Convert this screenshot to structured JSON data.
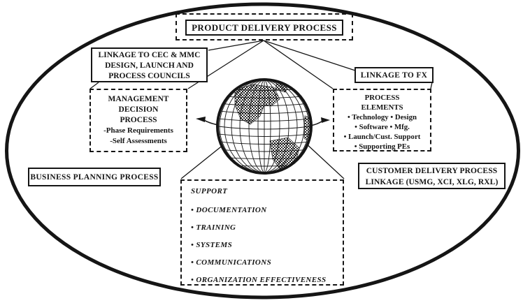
{
  "colors": {
    "ink": "#151515",
    "background": "#ffffff"
  },
  "icons": {
    "globe": "globe-icon"
  },
  "boxes": {
    "product": {
      "label": "PRODUCT DELIVERY PROCESS"
    },
    "linkage_cec": {
      "lines": [
        "LINKAGE TO CEC & MMC",
        "DESIGN, LAUNCH AND",
        "PROCESS COUNCILS"
      ]
    },
    "linkage_fx": {
      "label": "LINKAGE TO FX"
    },
    "management": {
      "title_lines": [
        "MANAGEMENT",
        "DECISION",
        "PROCESS"
      ],
      "sub_lines": [
        "-Phase Requirements",
        "-Self Assessments"
      ]
    },
    "process_elements": {
      "title_lines": [
        "PROCESS",
        "ELEMENTS"
      ],
      "items": [
        "• Technology • Design",
        "• Software • Mfg.",
        "• Launch/Cust. Support",
        "• Supporting PEs"
      ]
    },
    "business": {
      "label": "BUSINESS PLANNING PROCESS"
    },
    "customer": {
      "lines": [
        "CUSTOMER DELIVERY PROCESS",
        "LINKAGE (USMG, XCI, XLG, RXL)"
      ]
    },
    "support": {
      "title": "SUPPORT",
      "items": [
        "• DOCUMENTATION",
        "• TRAINING",
        "• SYSTEMS",
        "• COMMUNICATIONS",
        "• ORGANIZATION EFFECTIVENESS"
      ]
    }
  }
}
